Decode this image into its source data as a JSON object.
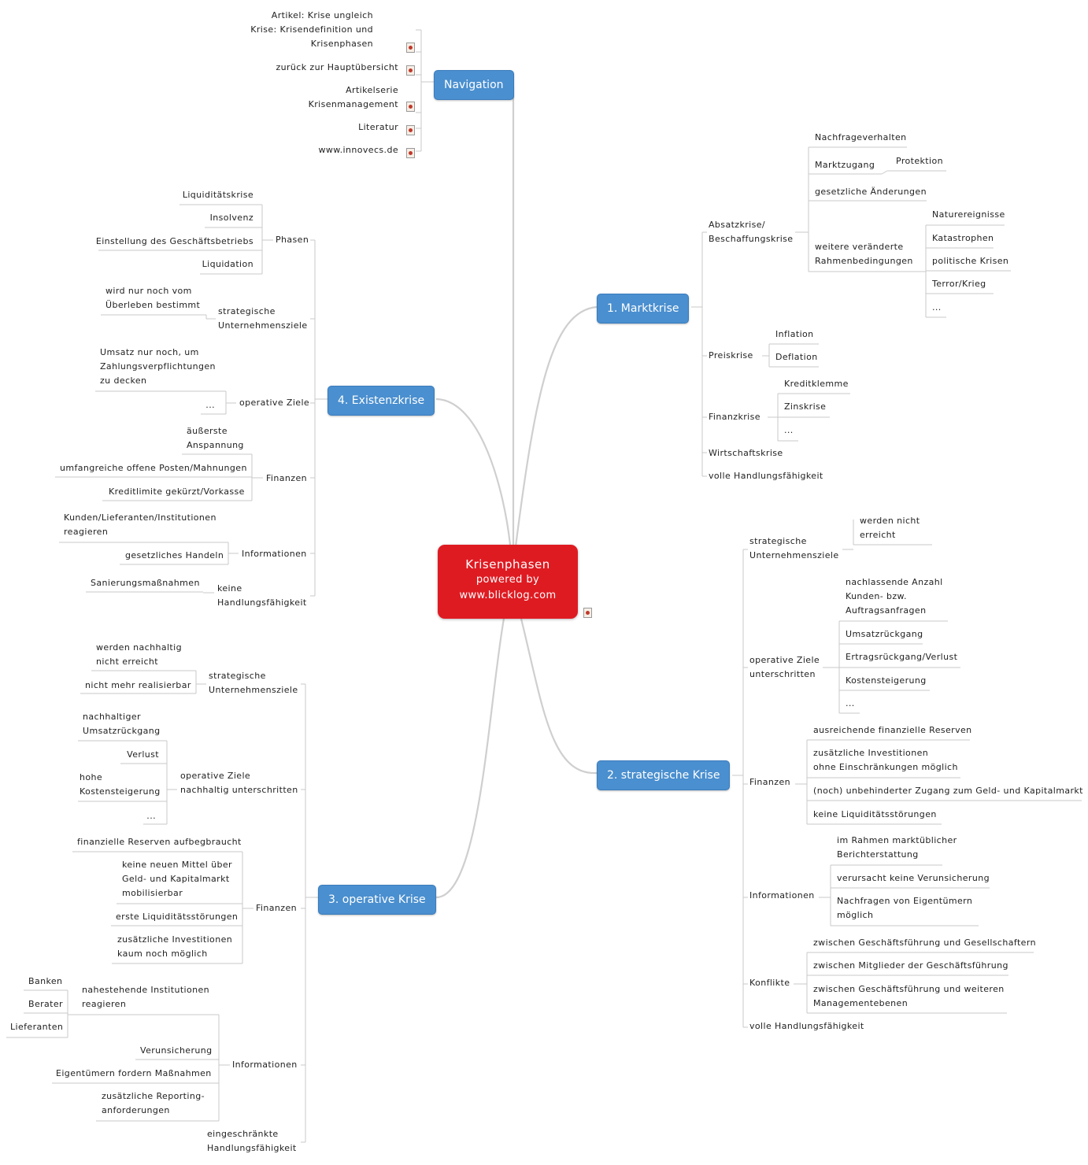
{
  "center": {
    "line1": "Krisenphasen",
    "line2": "powered by",
    "line3": "www.blicklog.com"
  },
  "branches": {
    "navigation": "Navigation",
    "markt": "1. Marktkrise",
    "strategisch": "2. strategische Krise",
    "operativ": "3. operative Krise",
    "existenz": "4. Existenzkrise"
  },
  "navigation": {
    "items": [
      "Artikel: Krise ungleich\nKrise: Krisendefinition und\nKrisenphasen",
      "zurück zur Hauptübersicht",
      "Artikelserie\nKrisenmanagement",
      "Literatur",
      "www.innovecs.de"
    ]
  },
  "markt": {
    "absatz": "Absatzkrise/\nBeschaffungskrise",
    "absatz_items": [
      "Nachfrageverhalten",
      "Marktzugang",
      "Protektion",
      "gesetzliche Änderungen",
      "weitere veränderte\nRahmenbedingungen"
    ],
    "rahmen_items": [
      "Naturereignisse",
      "Katastrophen",
      "politische Krisen",
      "Terror/Krieg",
      "..."
    ],
    "preis": "Preiskrise",
    "preis_items": [
      "Inflation",
      "Deflation"
    ],
    "finanz": "Finanzkrise",
    "finanz_items": [
      "Kreditklemme",
      "Zinskrise",
      "..."
    ],
    "wirtschaft": "Wirtschaftskrise",
    "voll": "volle Handlungsfähigkeit"
  },
  "strategisch": {
    "ziele": "strategische\nUnternehmensziele",
    "ziele_items": [
      "werden nicht\nerreicht"
    ],
    "operativ": "operative Ziele\nunterschritten",
    "operativ_items": [
      "nachlassende Anzahl\nKunden- bzw.\nAuftragsanfragen",
      "Umsatzrückgang",
      "Ertragsrückgang/Verlust",
      "Kostensteigerung",
      "..."
    ],
    "finanzen": "Finanzen",
    "finanzen_items": [
      "ausreichende finanzielle Reserven",
      "zusätzliche Investitionen\nohne Einschränkungen möglich",
      "(noch) unbehinderter Zugang zum Geld- und Kapitalmarkt",
      "keine Liquiditätsstörungen"
    ],
    "informationen": "Informationen",
    "informationen_items": [
      "im Rahmen marktüblicher\nBerichterstattung",
      "verursacht keine Verunsicherung",
      "Nachfragen von Eigentümern\nmöglich"
    ],
    "konflikte": "Konflikte",
    "konflikte_items": [
      "zwischen Geschäftsführung und Gesellschaftern",
      "zwischen Mitglieder der Geschäftsführung",
      "zwischen Geschäftsführung und weiteren\nManagementebenen"
    ],
    "voll": "volle Handlungsfähigkeit"
  },
  "operativ": {
    "ziele": "strategische\nUnternehmensziele",
    "ziele_items": [
      "werden nachhaltig\nnicht erreicht",
      "nicht mehr realisierbar"
    ],
    "opziele": "operative Ziele\nnachhaltig unterschritten",
    "opziele_items": [
      "nachhaltiger\nUmsatzrückgang",
      "Verlust",
      "hohe\nKostensteigerung",
      "..."
    ],
    "finanzen": "Finanzen",
    "finanzen_items": [
      "finanzielle Reserven aufbegbraucht",
      "keine neuen Mittel über\nGeld- und Kapitalmarkt\nmobilisierbar",
      "erste Liquiditätsstörungen",
      "zusätzliche Investitionen\nkaum noch möglich"
    ],
    "informationen": "Informationen",
    "info_nahe": "nahestehende Institutionen\nreagieren",
    "nahe_items": [
      "Banken",
      "Berater",
      "Lieferanten"
    ],
    "informationen_items": [
      "Verunsicherung",
      "Eigentümern fordern Maßnahmen",
      "zusätzliche Reporting-\nanforderungen"
    ],
    "eingeschraenkt": "eingeschränkte\nHandlungsfähigkeit"
  },
  "existenz": {
    "phasen": "Phasen",
    "phasen_items": [
      "Liquiditätskrise",
      "Insolvenz",
      "Einstellung des Geschäftsbetriebs",
      "Liquidation"
    ],
    "ziele": "strategische\nUnternehmensziele",
    "ziele_items": [
      "wird nur noch vom\nÜberleben bestimmt"
    ],
    "opziele": "operative Ziele",
    "opziele_items": [
      "Umsatz nur noch, um\nZahlungsverpflichtungen\nzu decken",
      "..."
    ],
    "finanzen": "Finanzen",
    "finanzen_items": [
      "äußerste\nAnspannung",
      "umfangreiche offene Posten/Mahnungen",
      "Kreditlimite gekürzt/Vorkasse"
    ],
    "informationen": "Informationen",
    "informationen_items": [
      "Kunden/Lieferanten/Institutionen\nreagieren",
      "gesetzliches Handeln"
    ],
    "keine": "keine\nHandlungsfähigkeit",
    "keine_items": [
      "Sanierungsmaßnahmen"
    ]
  }
}
